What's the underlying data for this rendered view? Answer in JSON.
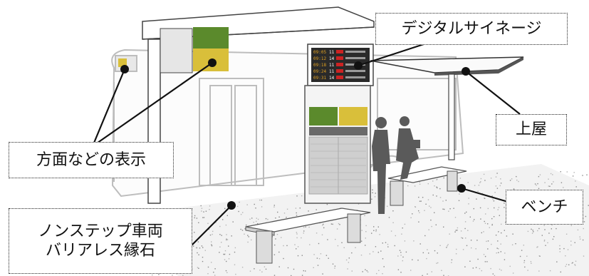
{
  "labels": {
    "signage": "デジタルサイネージ",
    "canopy": "上屋",
    "destination": "方面などの表示",
    "bench": "ベンチ",
    "low_floor": "ノンステップ車両",
    "barrier_free_curb": "バリアレス縁石"
  },
  "signage_rows": [
    {
      "time": "09:05",
      "num": "11"
    },
    {
      "time": "09:12",
      "num": "14"
    },
    {
      "time": "09:18",
      "num": "11"
    },
    {
      "time": "09:24",
      "num": "11"
    },
    {
      "time": "09:31",
      "num": "14"
    }
  ],
  "colors": {
    "green_panel": "#5b8a2c",
    "yellow_panel": "#d9bf3a",
    "screen": "#2a2a2a",
    "signage_red": "#cc2222",
    "signage_amber": "#e0a020",
    "roof_edge": "#555555",
    "silhouette": "#5a5a5a"
  }
}
